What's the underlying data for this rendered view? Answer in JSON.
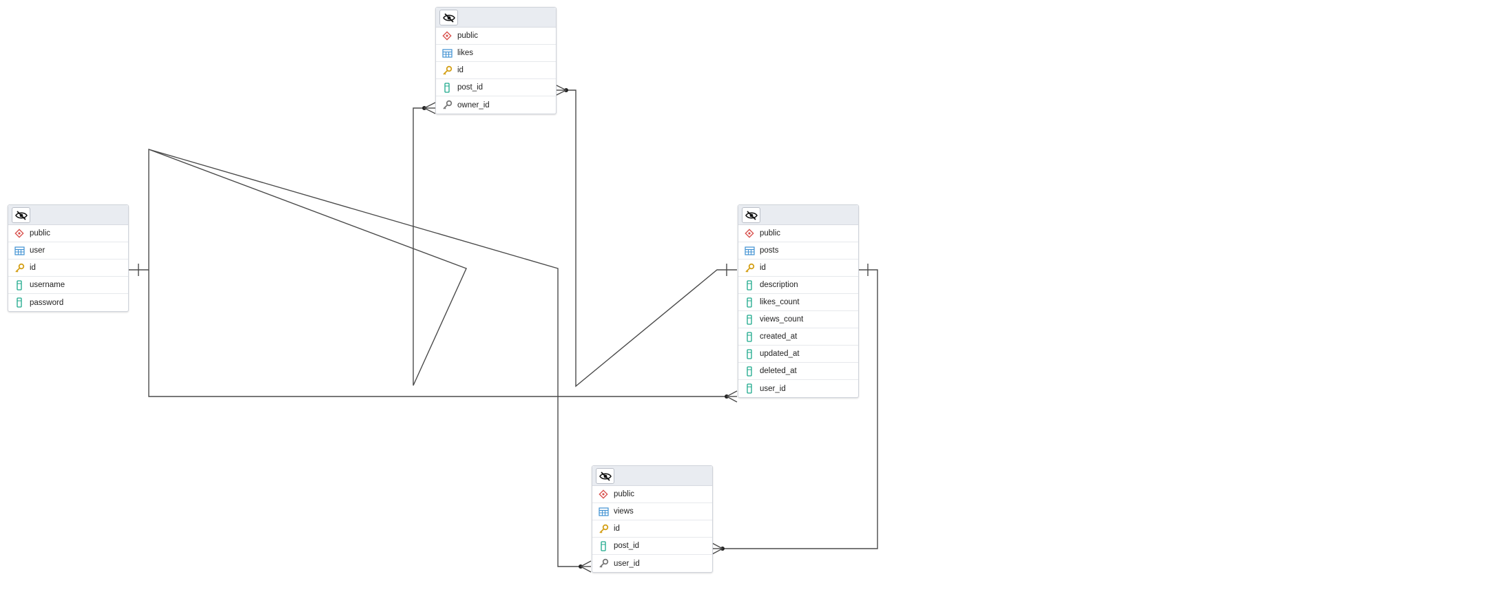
{
  "tables": {
    "likes": {
      "schema": "public",
      "name": "likes",
      "columns": [
        {
          "name": "id",
          "icon": "primary-key-icon"
        },
        {
          "name": "post_id",
          "icon": "column-icon"
        },
        {
          "name": "owner_id",
          "icon": "foreign-key-icon"
        }
      ]
    },
    "user": {
      "schema": "public",
      "name": "user",
      "columns": [
        {
          "name": "id",
          "icon": "primary-key-icon"
        },
        {
          "name": "username",
          "icon": "column-icon"
        },
        {
          "name": "password",
          "icon": "column-icon"
        }
      ]
    },
    "posts": {
      "schema": "public",
      "name": "posts",
      "columns": [
        {
          "name": "id",
          "icon": "primary-key-icon"
        },
        {
          "name": "description",
          "icon": "column-icon"
        },
        {
          "name": "likes_count",
          "icon": "column-icon"
        },
        {
          "name": "views_count",
          "icon": "column-icon"
        },
        {
          "name": "created_at",
          "icon": "column-icon"
        },
        {
          "name": "updated_at",
          "icon": "column-icon"
        },
        {
          "name": "deleted_at",
          "icon": "column-icon"
        },
        {
          "name": "user_id",
          "icon": "column-icon"
        }
      ]
    },
    "views": {
      "schema": "public",
      "name": "views",
      "columns": [
        {
          "name": "id",
          "icon": "primary-key-icon"
        },
        {
          "name": "post_id",
          "icon": "column-icon"
        },
        {
          "name": "user_id",
          "icon": "foreign-key-icon"
        }
      ]
    }
  },
  "relationships": [
    {
      "from": "user.id",
      "to": "likes.owner_id",
      "cardinality": "one-to-many"
    },
    {
      "from": "user.id",
      "to": "views.user_id",
      "cardinality": "one-to-many"
    },
    {
      "from": "user.id",
      "to": "posts.user_id",
      "cardinality": "one-to-many"
    },
    {
      "from": "posts.id",
      "to": "likes.post_id",
      "cardinality": "one-to-many"
    },
    {
      "from": "posts.id",
      "to": "views.post_id",
      "cardinality": "one-to-many"
    }
  ],
  "colors": {
    "schema_icon": "#d9534f",
    "table_icon": "#3d8fd1",
    "key_icon": "#d4a017",
    "column_icon": "#1aa88a",
    "foreign_key_icon": "#777777",
    "link": "#4a4a4a"
  }
}
